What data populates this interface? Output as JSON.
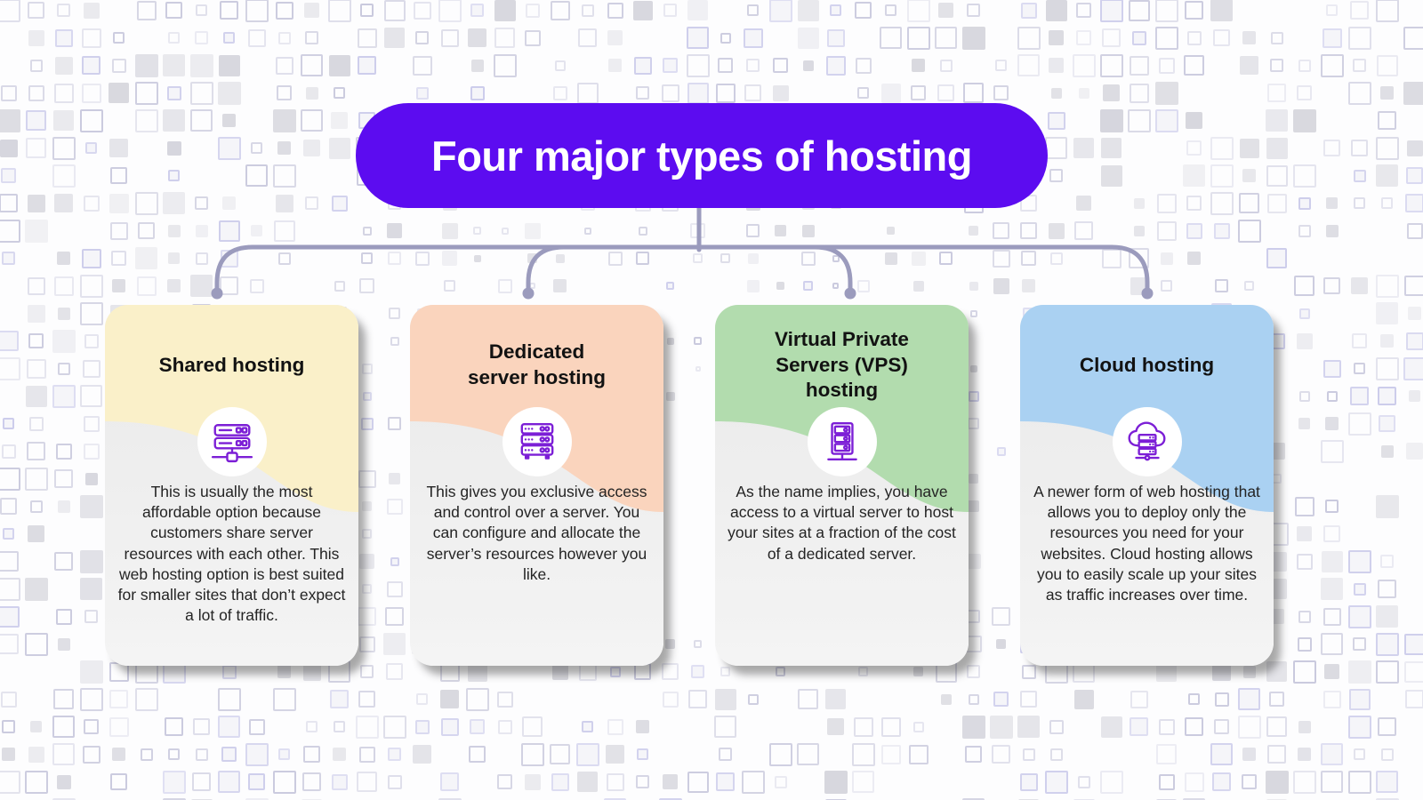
{
  "title": "Four major types of hosting",
  "colors": {
    "banner_bg": "#5c0cf0",
    "banner_text": "#ffffff",
    "connector": "#9b9bbd",
    "icon_stroke": "#7c1fd6",
    "card_title_text": "#121212",
    "card_body_text": "#242424"
  },
  "cards": [
    {
      "title": "Shared hosting",
      "icon": "shared-hosting-servers-icon",
      "header_color": "#faf0c9",
      "description": "This is usually the most affordable option because customers share server resources with each other. This web hosting option is best suited for smaller sites that don’t expect a lot of traffic."
    },
    {
      "title": "Dedicated\nserver hosting",
      "icon": "dedicated-server-stack-icon",
      "header_color": "#fad4bd",
      "description": "This gives you exclusive access and control over a server. You can configure and allocate the server’s resources however you like."
    },
    {
      "title": "Virtual Private\nServers (VPS)\nhosting",
      "icon": "vps-server-tower-icon",
      "header_color": "#b2dcae",
      "description": "As the name implies, you have access to a virtual server to host your sites at a fraction of the cost of a dedicated server."
    },
    {
      "title": "Cloud hosting",
      "icon": "cloud-server-icon",
      "header_color": "#aad1f2",
      "description": "A newer form of web hosting that allows you to deploy only the resources you need for your websites. Cloud hosting allows you to easily scale up your sites as traffic increases over time."
    }
  ]
}
